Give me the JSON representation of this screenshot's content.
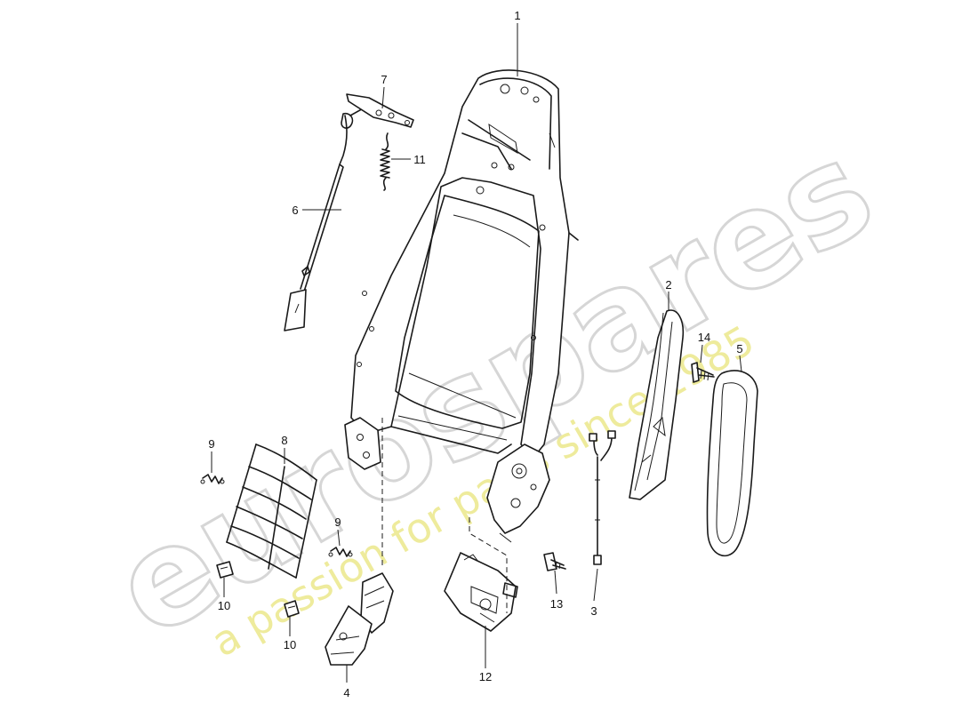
{
  "watermark": {
    "brand": "eurospares",
    "tagline": "a passion for parts since 1985"
  },
  "callouts": {
    "c1": "1",
    "c2": "2",
    "c3": "3",
    "c4": "4",
    "c5": "5",
    "c6": "6",
    "c7": "7",
    "c8": "8",
    "c9a": "9",
    "c9b": "9",
    "c10a": "10",
    "c10b": "10",
    "c11": "11",
    "c12": "12",
    "c13": "13",
    "c14": "14"
  },
  "colors": {
    "line": "#1a1a1a",
    "watermark_gray": "#d6d6d6",
    "watermark_yellow": "#eeeb9c"
  }
}
